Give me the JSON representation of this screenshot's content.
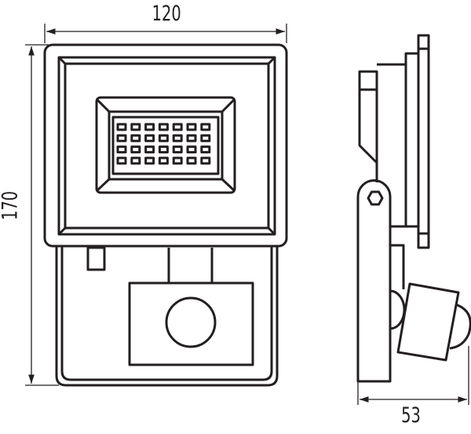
{
  "dimensions": {
    "width": "120",
    "height": "170",
    "depth": "53"
  },
  "led_grid": {
    "columns": 7,
    "rows": 4
  },
  "line_color": "#231f20"
}
